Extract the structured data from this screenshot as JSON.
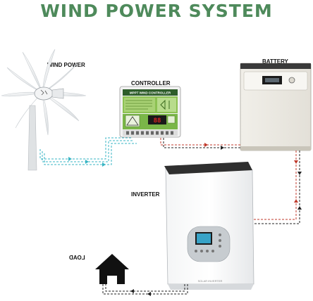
{
  "title": "WIND POWER SYSTEM",
  "labels": {
    "wind_power": "WIND POWER",
    "controller": "CONTROLLER",
    "battery": "BATTERY",
    "inverter": "INVERTER",
    "load": "LOAD"
  },
  "controller_device": {
    "header": "MPPT WIND CONTROLLER",
    "display": "88"
  },
  "inverter_device": {
    "footer": "SOLAR INVERTER"
  },
  "colors": {
    "title": "#4e8a5b",
    "wind_line": "#38b5c4",
    "battery_line": "#c0392b",
    "load_line": "#222222",
    "controller_green": "#7ab648"
  }
}
